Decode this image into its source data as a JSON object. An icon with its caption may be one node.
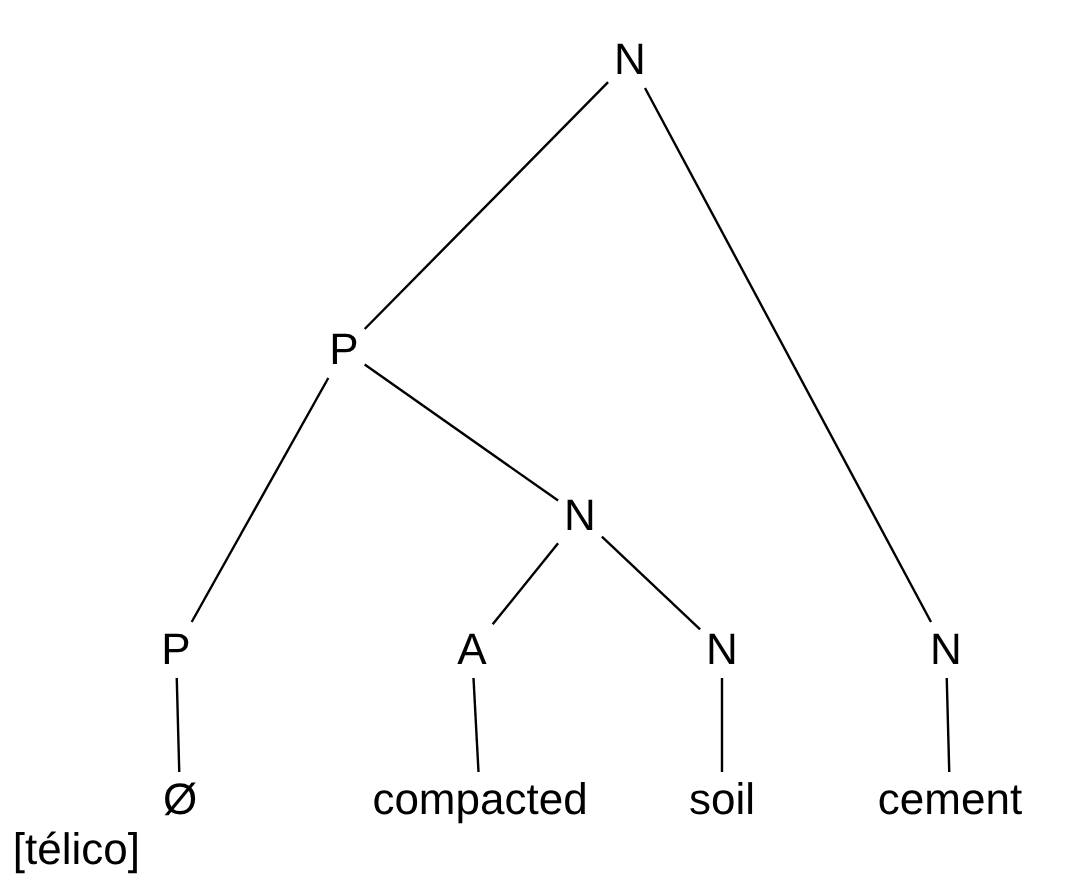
{
  "diagram": {
    "nodes": [
      {
        "text": [
          "N"
        ]
      },
      {
        "text": [
          "P"
        ]
      },
      {
        "text": [
          "P"
        ]
      },
      {
        "text": [
          "Ø",
          "[télico]"
        ]
      },
      {
        "text": [
          "N"
        ]
      },
      {
        "text": [
          "A"
        ]
      },
      {
        "text": [
          "compacted"
        ]
      },
      {
        "text": [
          "N"
        ]
      },
      {
        "text": [
          "soil"
        ]
      },
      {
        "text": [
          "N"
        ]
      },
      {
        "text": [
          "cement"
        ]
      }
    ],
    "edges": [
      {
        "from": 0,
        "to": 1,
        "arrow": "none"
      },
      {
        "from": 0,
        "to": 9,
        "arrow": "none"
      },
      {
        "from": 1,
        "to": 2,
        "arrow": "none"
      },
      {
        "from": 1,
        "to": 4,
        "arrow": "none"
      },
      {
        "from": 2,
        "to": 3,
        "arrow": "none"
      },
      {
        "from": 4,
        "to": 5,
        "arrow": "none"
      },
      {
        "from": 4,
        "to": 7,
        "arrow": "none"
      },
      {
        "from": 5,
        "to": 6,
        "arrow": "none"
      },
      {
        "from": 7,
        "to": 8,
        "arrow": "none"
      },
      {
        "from": 9,
        "to": 10,
        "arrow": "none"
      }
    ]
  }
}
